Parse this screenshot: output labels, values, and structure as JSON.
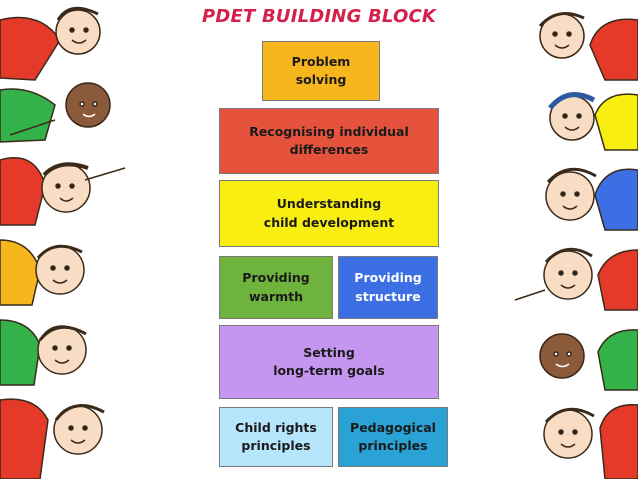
{
  "title": "PDET BUILDING BLOCK",
  "blocks": {
    "problem_solving": "Problem\nsolving",
    "recognising": "Recognising individual\ndifferences",
    "understanding": "Understanding\nchild development",
    "warmth": "Providing\nwarmth",
    "structure": "Providing\nstructure",
    "goals": "Setting\nlong-term goals",
    "child_rights": "Child rights\nprinciples",
    "pedagogical": "Pedagogical\nprinciples"
  },
  "colors": {
    "title": "#d4214c",
    "problem_solving": "#f6b61d",
    "recognising": "#e5533d",
    "understanding": "#f8ee12",
    "warmth": "#6fb33f",
    "structure": "#3d6fe4",
    "goals": "#c596f0",
    "child_rights": "#b6e6fb",
    "pedagogical": "#2ba2d6"
  }
}
